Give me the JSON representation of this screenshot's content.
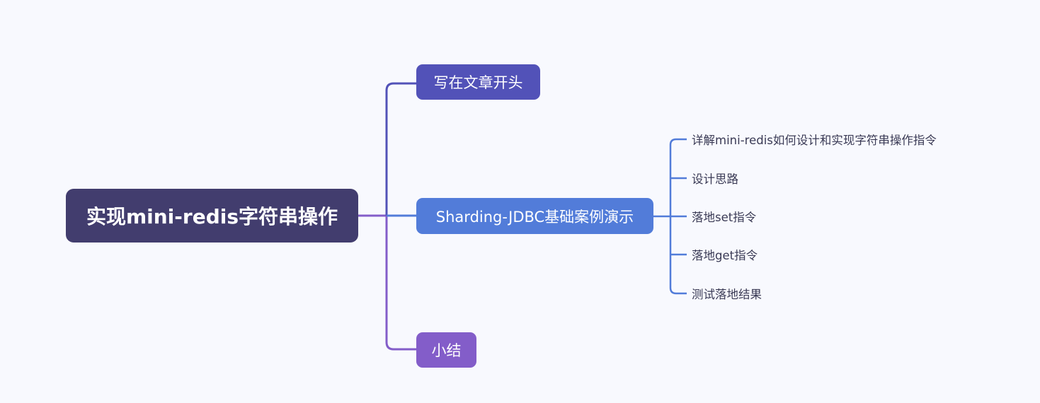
{
  "root": {
    "label": "实现mini-redis字符串操作"
  },
  "branches": [
    {
      "label": "写在文章开头",
      "color": "#5252B8"
    },
    {
      "label": "Sharding-JDBC基础案例演示",
      "color": "#527CD9",
      "children": [
        "详解mini-redis如何设计和实现字符串操作指令",
        "设计思路",
        "落地set指令",
        "落地get指令",
        "测试落地结果"
      ]
    },
    {
      "label": "小结",
      "color": "#835DC9"
    }
  ],
  "colors": {
    "root": "#423D6E",
    "background": "#F8F9FE"
  }
}
